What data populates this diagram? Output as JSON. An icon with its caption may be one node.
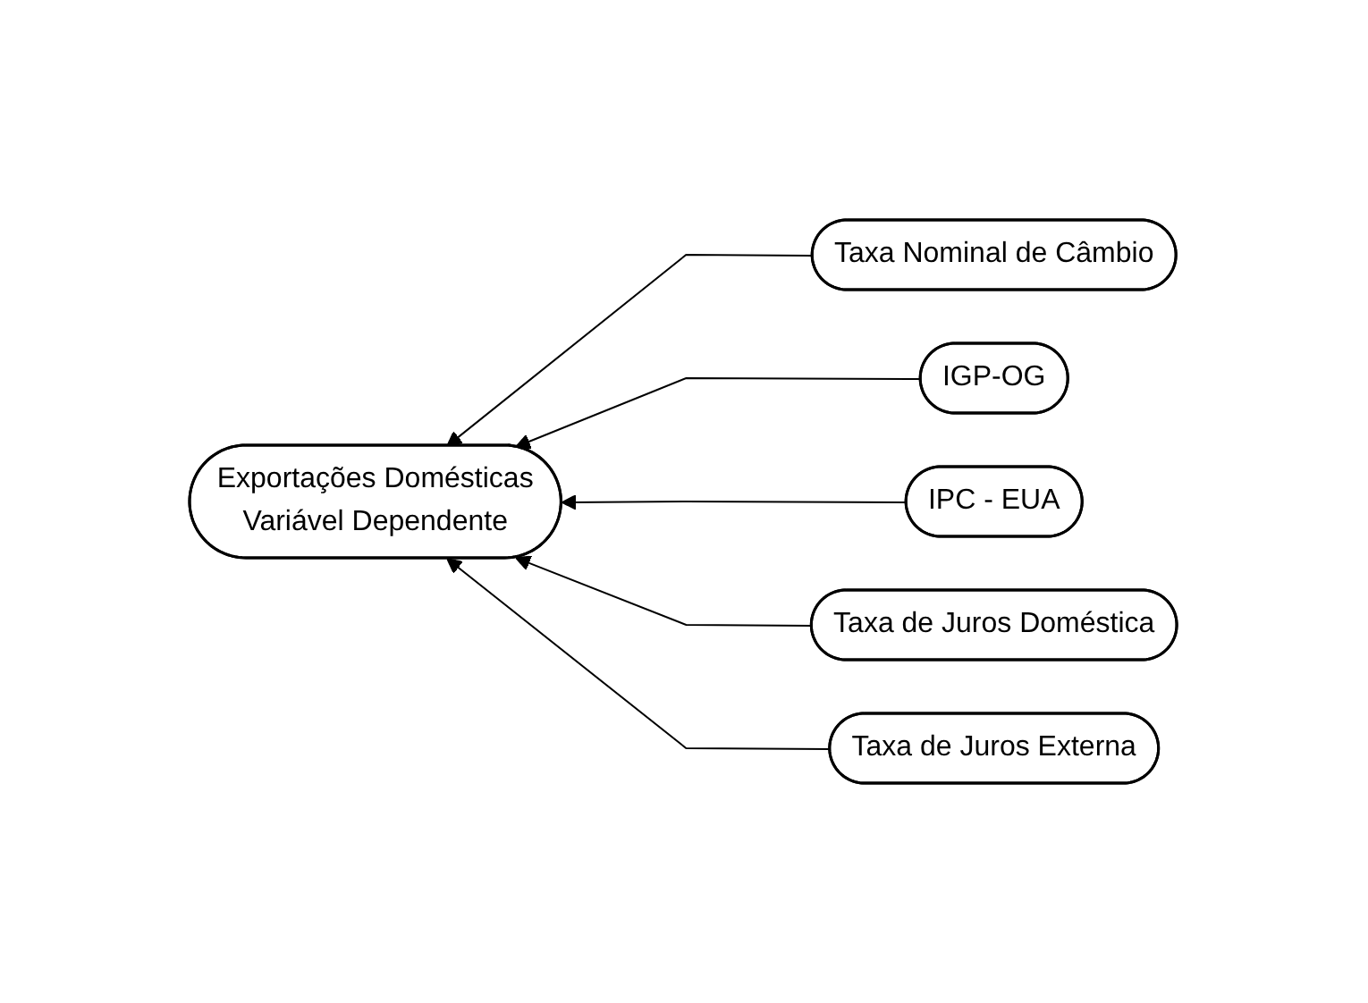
{
  "diagram": {
    "nodes": [
      {
        "text": [
          "Exportações Domésticas",
          "Variável Dependente"
        ]
      },
      {
        "text": [
          "Taxa Nominal de Câmbio"
        ]
      },
      {
        "text": [
          "IGP-OG"
        ]
      },
      {
        "text": [
          "IPC - EUA"
        ]
      },
      {
        "text": [
          "Taxa de Juros Doméstica"
        ]
      },
      {
        "text": [
          "Taxa de Juros Externa"
        ]
      }
    ],
    "edges": [
      {
        "from": 1,
        "to": 0,
        "arrow": "to"
      },
      {
        "from": 2,
        "to": 0,
        "arrow": "to"
      },
      {
        "from": 3,
        "to": 0,
        "arrow": "to"
      },
      {
        "from": 4,
        "to": 0,
        "arrow": "to"
      },
      {
        "from": 5,
        "to": 0,
        "arrow": "to"
      }
    ]
  }
}
